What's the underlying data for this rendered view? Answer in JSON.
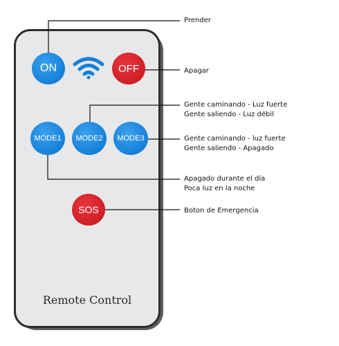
{
  "remote": {
    "label": "Remote Control",
    "buttons": {
      "on": "ON",
      "off": "OFF",
      "mode1": "MODE1",
      "mode2": "MODE2",
      "mode3": "MODE3",
      "sos": "SOS"
    },
    "signal_icon": "wifi-icon"
  },
  "annotations": {
    "on": "Prender",
    "off": "Apagar",
    "mode2": [
      "Gente caminando - Luz fuerte",
      "Gente saliendo - Luz débil"
    ],
    "mode3": [
      "Gente caminando - luz fuerte",
      "Gente saliendo - Apagado"
    ],
    "mode1": [
      "Apagado durante el día",
      "Poca luz en la noche"
    ],
    "sos": "Boton de Emergencia"
  },
  "colors": {
    "button_blue": "#1680d9",
    "button_red": "#cf1f26",
    "remote_body": "#e7e8ea",
    "remote_border": "#2d2d2d"
  }
}
